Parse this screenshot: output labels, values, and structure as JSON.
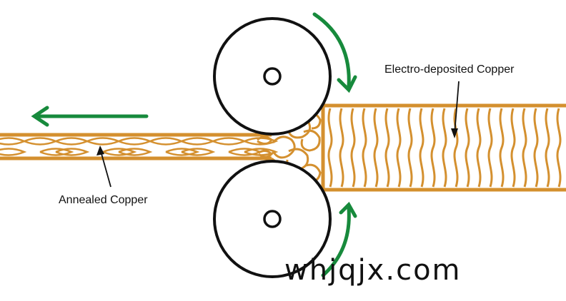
{
  "labels": {
    "electro": "Electro-deposited Copper",
    "annealed": "Annealed Copper"
  },
  "watermark": "whjqjx.com",
  "colors": {
    "copper": "#d4902f",
    "arrow": "#178a3c",
    "outline": "#111111",
    "background": "#ffffff"
  },
  "icons": {
    "motion_arrow": "left-arrow-icon",
    "rotation_arrows": [
      "clockwise-arrow-icon",
      "counterclockwise-arrow-icon"
    ]
  }
}
